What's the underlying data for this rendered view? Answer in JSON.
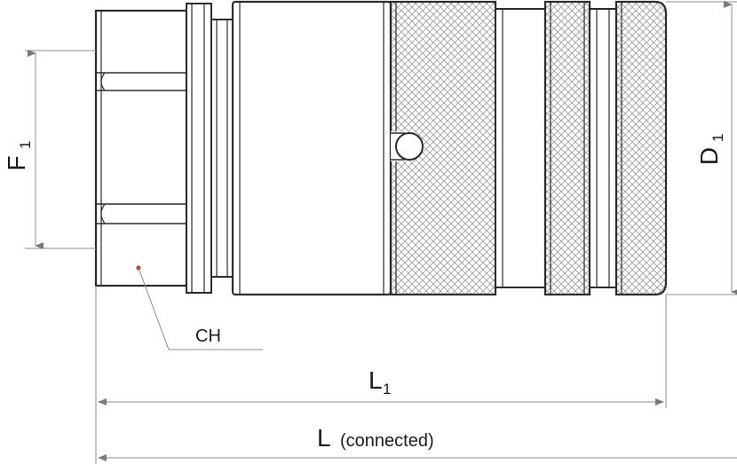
{
  "labels": {
    "f1_main": "F",
    "f1_sub": "1",
    "d1_main": "D",
    "d1_sub": "1",
    "ch": "CH",
    "l1_main": "L",
    "l1_sub": "1",
    "l_main": "L",
    "l_note": "(connected)"
  },
  "colors": {
    "outline": "#2b2b2b",
    "dimension": "#8c8c8c",
    "body_fill": "#ffffff",
    "knurl": "#9a9a9a"
  }
}
